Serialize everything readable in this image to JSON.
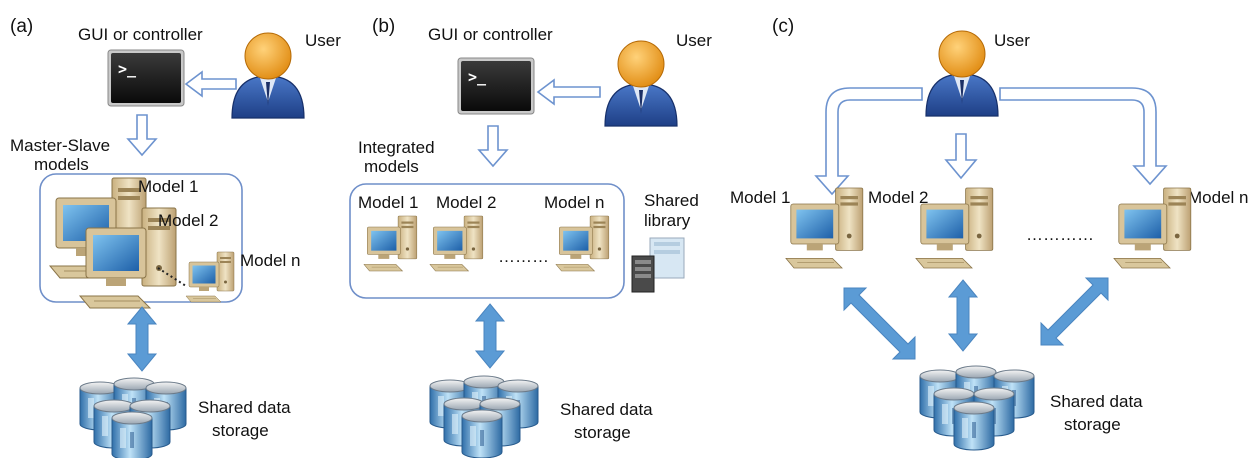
{
  "colors": {
    "arrow_fill": "#5b9bd5",
    "arrow_outline": "#5b87c5",
    "group_border": "#6f8fc9",
    "user_head": "#f3a127",
    "user_body": "#2f58a8",
    "screen": "#111111",
    "computer_case": "#dcc9a0",
    "drum": "#4a8ec6"
  },
  "panel_a": {
    "label": "(a)",
    "gui": "GUI or controller",
    "user": "User",
    "group_title_line1": "Master-Slave",
    "group_title_line2": "models",
    "model1": "Model 1",
    "model2": "Model 2",
    "modeln": "Model n",
    "storage_line1": "Shared data",
    "storage_line2": "storage"
  },
  "panel_b": {
    "label": "(b)",
    "gui": "GUI or controller",
    "user": "User",
    "group_title_line1": "Integrated",
    "group_title_line2": "models",
    "model1": "Model 1",
    "model2": "Model 2",
    "dots": "………",
    "modeln": "Model n",
    "library_line1": "Shared",
    "library_line2": "library",
    "storage_line1": "Shared data",
    "storage_line2": "storage"
  },
  "panel_c": {
    "label": "(c)",
    "user": "User",
    "model1": "Model 1",
    "model2": "Model 2",
    "dots": "…………",
    "modeln": "Model n",
    "storage_line1": "Shared data",
    "storage_line2": "storage"
  }
}
